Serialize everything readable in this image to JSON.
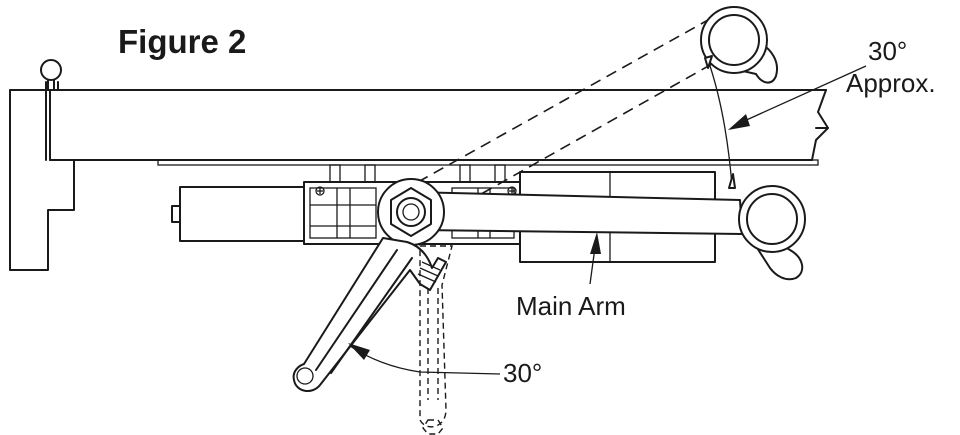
{
  "figure_title": "Figure 2",
  "labels": {
    "angle_top_value": "30°",
    "angle_top_note": "Approx.",
    "main_arm": "Main Arm",
    "angle_bottom_value": "30°"
  },
  "colors": {
    "ink": "#1a1a1a",
    "background": "#ffffff"
  }
}
